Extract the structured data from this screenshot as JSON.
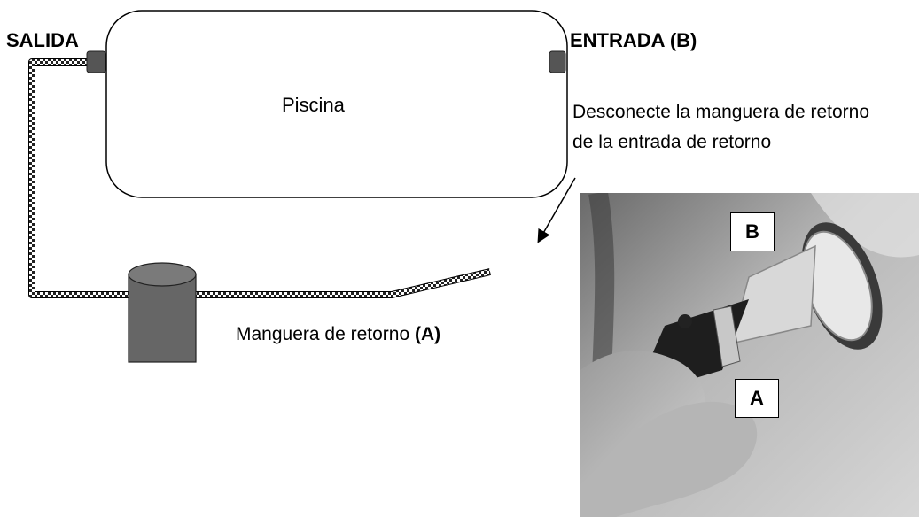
{
  "labels": {
    "outlet": "SALIDA",
    "inlet": "ENTRADA (B)",
    "pool": "Piscina",
    "instruction_line1": "Desconecte la manguera de retorno",
    "instruction_line2": "de la entrada de retorno",
    "hose_text": "Manguera de retorno",
    "hose_tag": "(A)"
  },
  "photo": {
    "tag_b": "B",
    "tag_a": "A"
  }
}
